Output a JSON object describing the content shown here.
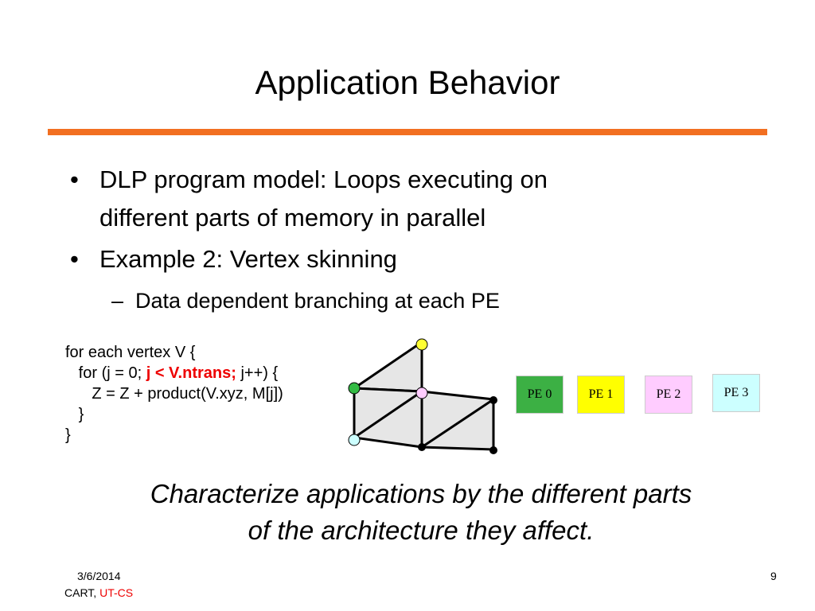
{
  "title": "Application Behavior",
  "colors": {
    "accent": "#f26f21",
    "highlight": "#ee0000"
  },
  "bullets": [
    {
      "marker": "•",
      "lines": [
        "DLP program model: Loops executing on",
        "different parts of memory in parallel"
      ]
    },
    {
      "marker": "•",
      "lines": [
        "Example 2: Vertex skinning"
      ]
    }
  ],
  "sub_bullet": {
    "marker": "–",
    "text": "Data dependent branching at each PE"
  },
  "code": {
    "line1": "for each vertex V {",
    "line2_pre": "   for (j = 0; ",
    "line2_highlight": "j < V.ntrans;",
    "line2_post": " j++) {",
    "line3": "      Z = Z + product(V.xyz, M[j])",
    "line4": "   }",
    "line5": "}"
  },
  "pe_boxes": [
    {
      "label": "PE 0",
      "color": "#3cb044"
    },
    {
      "label": "PE 1",
      "color": "#ffff00"
    },
    {
      "label": "PE 2",
      "color": "#ffccff"
    },
    {
      "label": "PE 3",
      "color": "#ccffff"
    }
  ],
  "mesh_colors": {
    "triangle_fill": "#e6e6e6",
    "vertex_top": "#ffff33",
    "vertex_left": "#33bb44",
    "vertex_center": "#ffccff",
    "vertex_bottom_left": "#ccffff",
    "vertex_dark": "#000000"
  },
  "summary": [
    "Characterize applications by the different parts",
    "of the architecture they affect."
  ],
  "footer": {
    "date": "3/6/2014",
    "org_prefix": "CART, ",
    "org_highlight": "UT-CS",
    "page": "9"
  }
}
